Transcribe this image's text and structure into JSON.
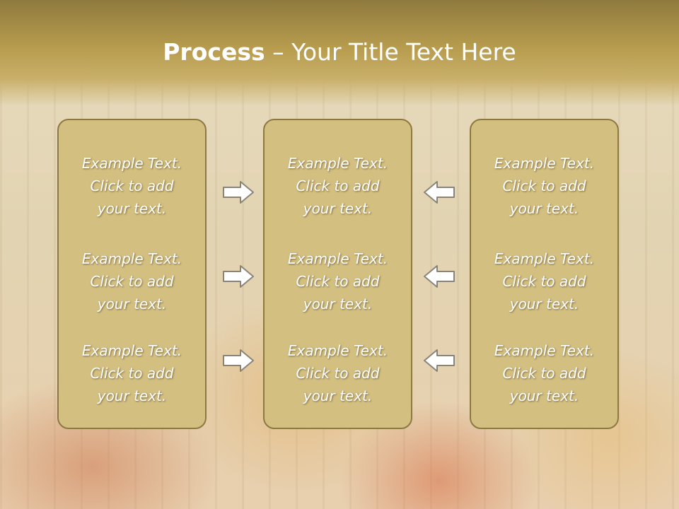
{
  "slide": {
    "title_bold": "Process",
    "title_rest": " – Your Title Text Here"
  },
  "columns": [
    {
      "items": [
        {
          "l1": "Example Text.",
          "l2": "Click  to add",
          "l3": "your text."
        },
        {
          "l1": "Example Text.",
          "l2": "Click  to add",
          "l3": "your text."
        },
        {
          "l1": "Example Text.",
          "l2": "Click  to add",
          "l3": "your text."
        }
      ]
    },
    {
      "items": [
        {
          "l1": "Example Text.",
          "l2": "Click  to add",
          "l3": "your text."
        },
        {
          "l1": "Example Text.",
          "l2": "Click  to add",
          "l3": "your text."
        },
        {
          "l1": "Example Text.",
          "l2": "Click  to add",
          "l3": "your text."
        }
      ]
    },
    {
      "items": [
        {
          "l1": "Example Text.",
          "l2": "Click  to add",
          "l3": "your text."
        },
        {
          "l1": "Example Text.",
          "l2": "Click  to add",
          "l3": "your text."
        },
        {
          "l1": "Example Text.",
          "l2": "Click  to add",
          "l3": "your text."
        }
      ]
    }
  ],
  "arrows": {
    "left_group": "right-arrow-icon",
    "right_group": "left-arrow-icon"
  },
  "colors": {
    "box_fill": "#d3bf80",
    "box_border": "#8e7842",
    "header": "#b79c4e",
    "text": "#ffffff"
  }
}
